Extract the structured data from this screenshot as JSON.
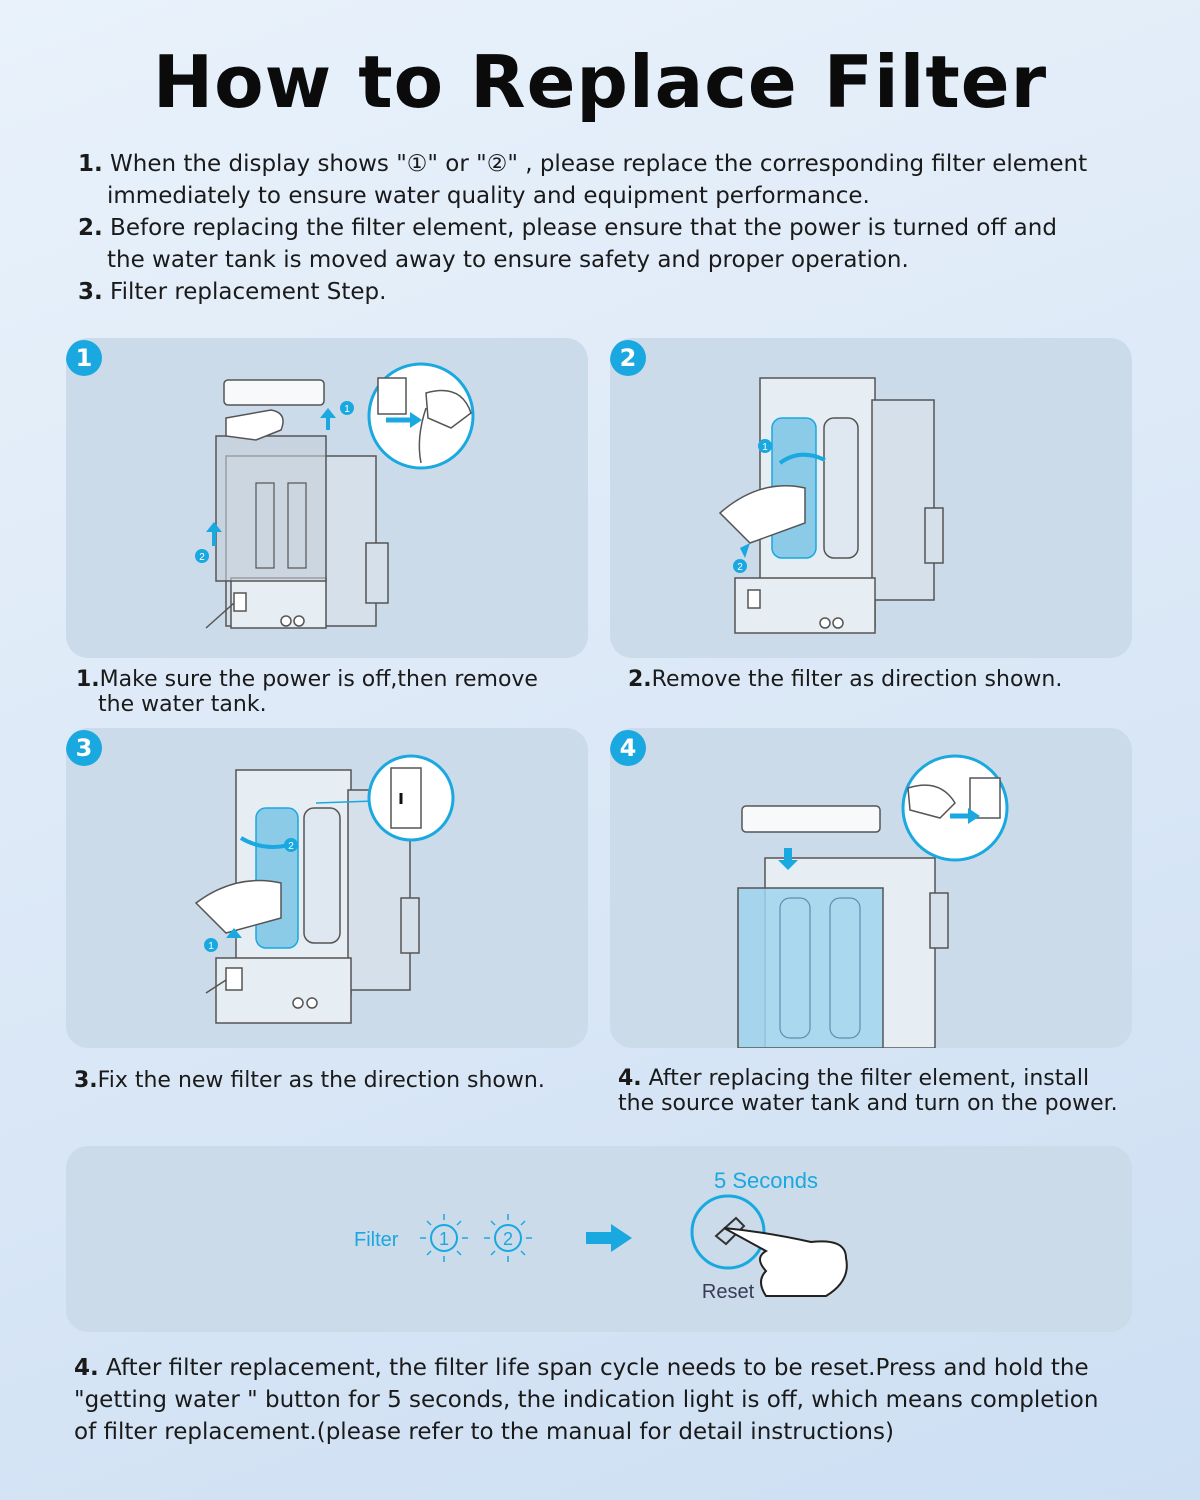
{
  "title": "How to Replace Filter",
  "intro": {
    "items": [
      {
        "num": "1.",
        "line1": " When the display shows \"①\"  or \"②\" , please replace the corresponding filter element",
        "line2": "immediately to ensure water quality and equipment performance."
      },
      {
        "num": "2.",
        "line1": " Before replacing the filter element, please ensure that the power is turned off and",
        "line2": "the water tank is moved away to ensure safety and proper operation."
      },
      {
        "num": "3.",
        "line1": " Filter replacement Step."
      }
    ]
  },
  "steps": [
    {
      "badge": "1",
      "num": "1.",
      "caption_line1": "Make sure the power is off,then remove",
      "caption_line2": "the water tank."
    },
    {
      "badge": "2",
      "num": "2.",
      "caption_line1": "Remove the filter as direction shown."
    },
    {
      "badge": "3",
      "num": "3.",
      "caption_line1": "Fix the new filter as the direction shown."
    },
    {
      "badge": "4",
      "num": "4.",
      "caption_line1": " After replacing the filter element, install",
      "caption_line2": "the source water tank and turn on the power."
    }
  ],
  "reset": {
    "filter_label": "Filter",
    "indicator_1": "1",
    "indicator_2": "2",
    "seconds_label": "5 Seconds",
    "reset_label": "Reset",
    "accent_color": "#1aa8e0",
    "icons": [
      "blinking-indicator-icon",
      "arrow-right-icon",
      "hand-press-icon",
      "water-drop-button-icon"
    ]
  },
  "outro": {
    "num": "4.",
    "text_line1": " After filter replacement, the filter life span cycle needs to be reset.Press and hold the",
    "text_line2": "\"getting water \" button for 5 seconds, the indication light is off, which means completion",
    "text_line3": "of filter replacement.(please refer to the manual for detail instructions)"
  }
}
